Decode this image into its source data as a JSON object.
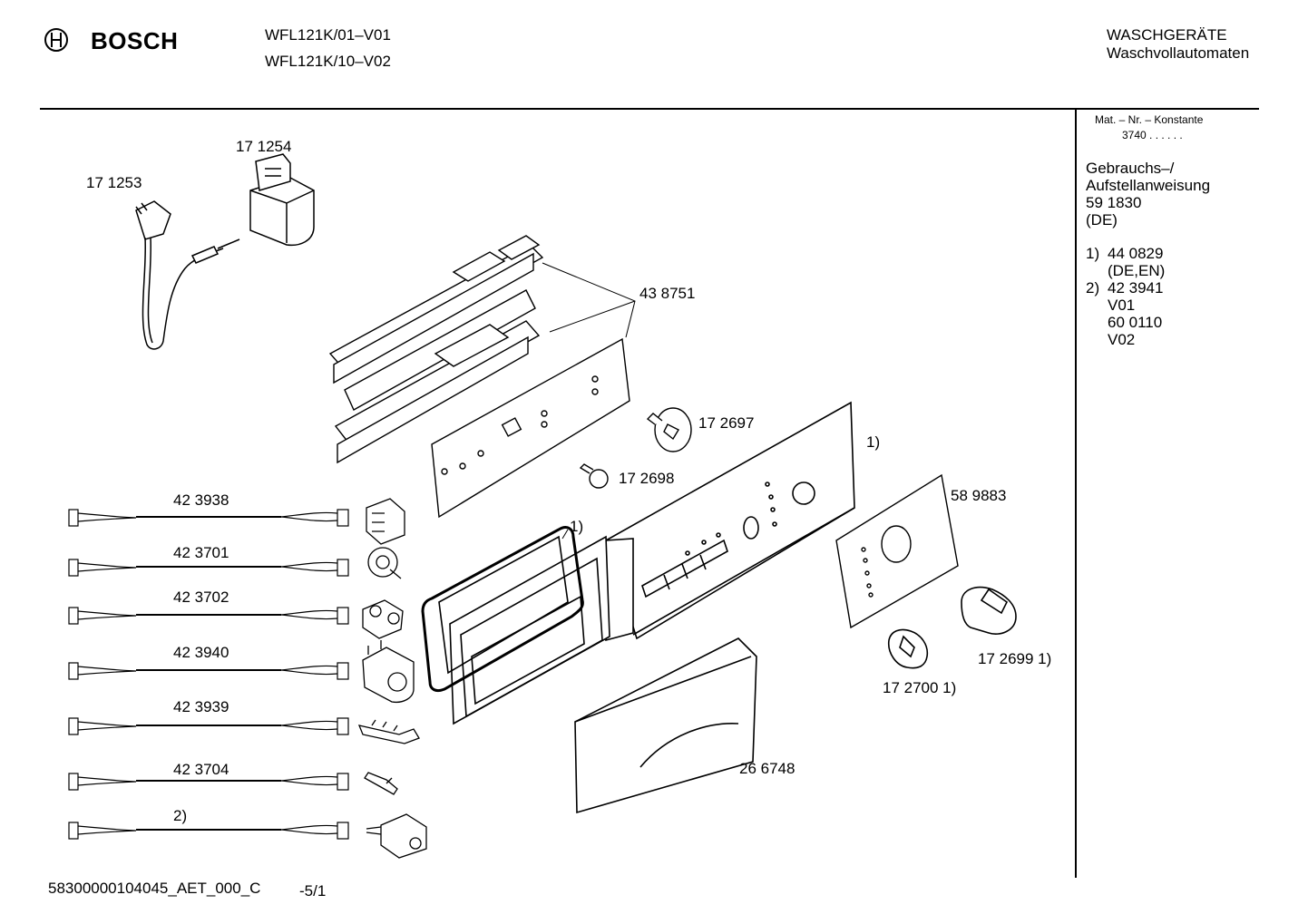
{
  "header": {
    "brand": "BOSCH",
    "models": [
      "WFL121K/01–V01",
      "WFL121K/10–V02"
    ],
    "category": "WASCHGERÄTE",
    "subcategory": "Waschvollautomaten"
  },
  "sidebar": {
    "mat_title": "Mat. – Nr. – Konstante",
    "mat_value": "3740  .  .    .  .  .  .",
    "manual_line1": "Gebrauchs–/",
    "manual_line2": "Aufstellanweisung",
    "manual_number": "59 1830",
    "manual_lang": "(DE)",
    "note1_marker": "1)",
    "note1_number": "44 0829",
    "note1_lang": "(DE,EN)",
    "note2_marker": "2)",
    "note2_number": "42 3941",
    "note2_v1": "V01",
    "note2_number2": "60 0110",
    "note2_v2": "V02"
  },
  "parts": {
    "p171253": "17 1253",
    "p171254": "17 1254",
    "p438751": "43 8751",
    "p172697": "17 2697",
    "p172698": "17 2698",
    "panel_note": "1)",
    "p589883": "58 9883",
    "seal_note": "1)",
    "p172699": "17 2699 1)",
    "p172700": "17 2700 1)",
    "p266748": "26 6748"
  },
  "harness": [
    {
      "label": "42 3938"
    },
    {
      "label": "42 3701"
    },
    {
      "label": "42 3702"
    },
    {
      "label": "42 3940"
    },
    {
      "label": "42 3939"
    },
    {
      "label": "42 3704"
    },
    {
      "label": "2)"
    }
  ],
  "footer": {
    "doc_id": "58300000104045_AET_000_C",
    "page": "-5/1"
  }
}
